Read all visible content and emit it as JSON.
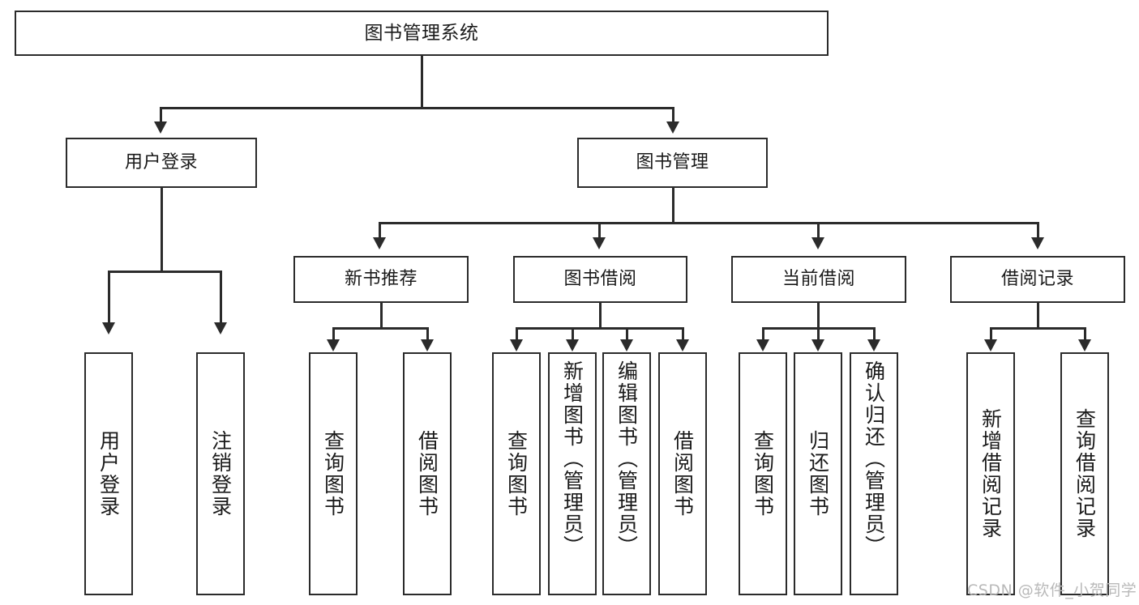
{
  "diagram": {
    "title_text": "图书管理系统",
    "watermark": "CSDN @软件_小贺同学",
    "colors": {
      "stroke": "#2b2b2b",
      "fill": "#ffffff",
      "text": "#1a1a1a",
      "watermark": "#b9b9b9"
    },
    "nodes": {
      "root": {
        "label": "图书管理系统"
      },
      "level2": {
        "user_login": {
          "label": "用户登录"
        },
        "book_manage": {
          "label": "图书管理"
        }
      },
      "level3": {
        "new_book_rec": {
          "label": "新书推荐"
        },
        "book_borrow": {
          "label": "图书借阅"
        },
        "current_borrow": {
          "label": "当前借阅"
        },
        "borrow_record": {
          "label": "借阅记录"
        }
      },
      "leaves": {
        "user_login_1": {
          "label": "用户登录"
        },
        "user_login_2": {
          "label": "注销登录"
        },
        "new_book_1": {
          "label": "查询图书"
        },
        "new_book_2": {
          "label": "借阅图书"
        },
        "borrow_1": {
          "label": "查询图书"
        },
        "borrow_2": {
          "label": "新增图书（管理员）"
        },
        "borrow_3": {
          "label": "编辑图书（管理员）"
        },
        "borrow_4": {
          "label": "借阅图书"
        },
        "current_1": {
          "label": "查询图书"
        },
        "current_2": {
          "label": "归还图书"
        },
        "current_3": {
          "label": "确认归还（管理员）"
        },
        "record_1": {
          "label": "新增借阅记录"
        },
        "record_2": {
          "label": "查询借阅记录"
        }
      }
    }
  }
}
